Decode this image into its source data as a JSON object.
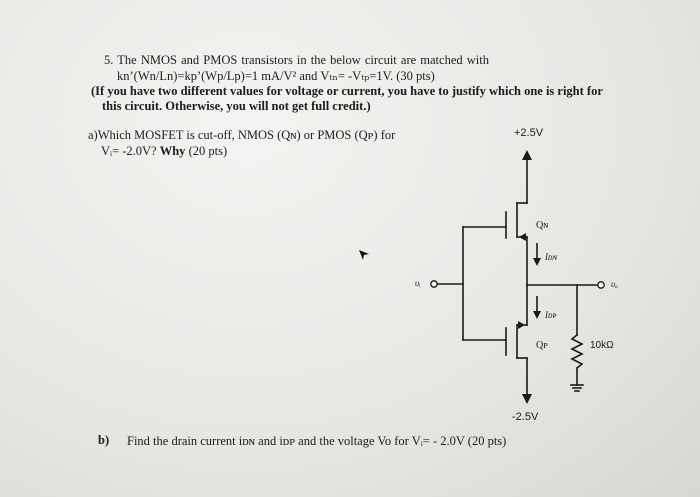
{
  "problem": {
    "line1": "5.  The   NMOS    and   PMOS   transistors   in   the   below   circuit   are   matched   with",
    "line2": "kn’(Wn/Ln)=kp’(Wp/Lp)=1 mA/V² and Vₜₙ= -Vₜₚ=1V. (30 pts)",
    "line3": "(If you have two different values for voltage or current, you have to justify which one is right for",
    "line4": "this circuit. Otherwise, you will not get full credit.)"
  },
  "part_a": {
    "line1": "a)Which MOSFET is cut-off, NMOS (Qɴ) or PMOS (Qᴘ) for",
    "line2_prefix": "Vᵢ= -2.0V?",
    "line2_bold": "Why",
    "line2_suffix": "(20 pts)"
  },
  "part_b": {
    "label": "b)",
    "text": "Find the drain current iᴅɴ and iᴅᴘ and the voltage Vo for  Vᵢ= - 2.0V (20 pts)"
  },
  "circuit": {
    "vdd_label": "+2.5V",
    "vss_label": "-2.5V",
    "qn_label": "Qɴ",
    "qp_label": "Qᴘ",
    "idn_label": "Iᴅɴ",
    "idp_label": "Iᴅᴘ",
    "vi_label": "υᵢ",
    "vo_label": "υₒ",
    "resistor_label": "10kΩ"
  }
}
